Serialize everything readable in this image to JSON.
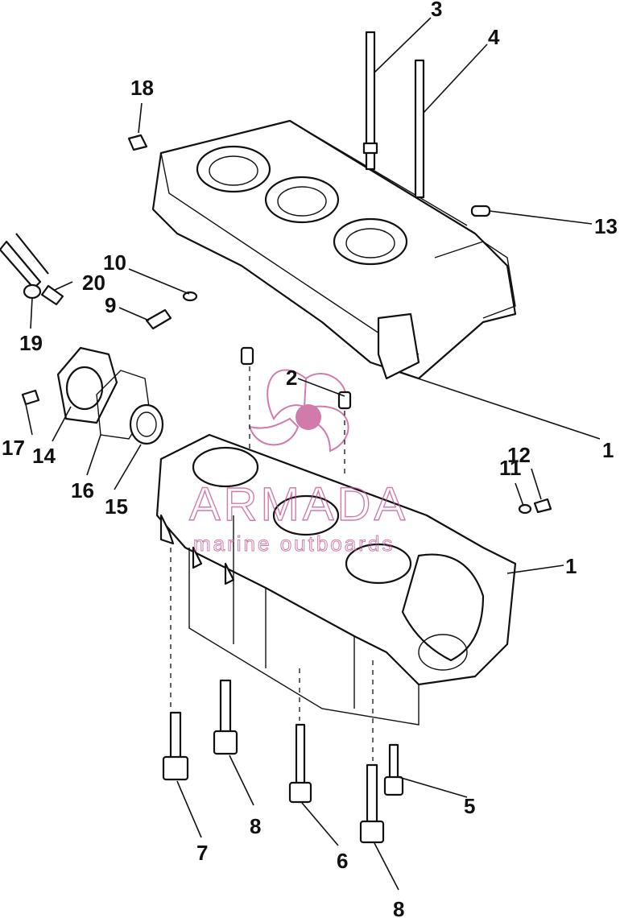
{
  "callouts": {
    "c1_upper": "1",
    "c1_lower": "1",
    "c2": "2",
    "c3": "3",
    "c4": "4",
    "c5": "5",
    "c6": "6",
    "c7": "7",
    "c8_left": "8",
    "c8_right": "8",
    "c9": "9",
    "c10": "10",
    "c11": "11",
    "c12": "12",
    "c13": "13",
    "c14": "14",
    "c15": "15",
    "c16": "16",
    "c17": "17",
    "c18": "18",
    "c19": "19",
    "c20": "20"
  },
  "watermark": {
    "brand": "ARMADA",
    "tagline": "marine outboards",
    "color": "#c24f8f"
  }
}
